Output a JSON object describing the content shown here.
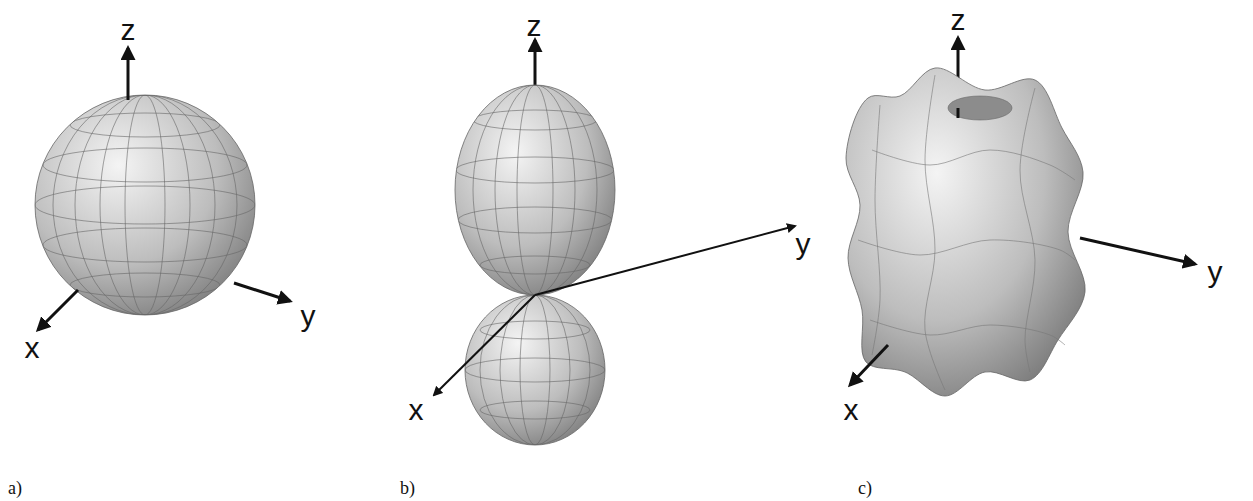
{
  "diagram": {
    "labels": [
      "z",
      "y",
      "x",
      "z",
      "y",
      "x",
      "z",
      "y",
      "x",
      "a)",
      "b)",
      "c)"
    ]
  }
}
